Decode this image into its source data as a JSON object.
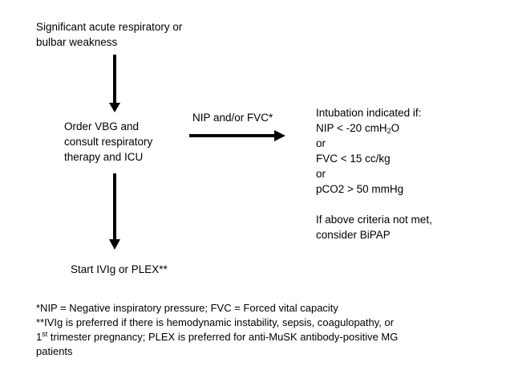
{
  "nodes": {
    "start": {
      "lines": [
        "Significant acute respiratory or",
        "bulbar weakness"
      ]
    },
    "order_vbg": {
      "lines": [
        "Order VBG and",
        "consult respiratory",
        "therapy and ICU"
      ]
    },
    "intubation": {
      "heading": "Intubation indicated if:",
      "nip_prefix": "NIP < -20 cmH",
      "nip_sub": "2",
      "nip_suffix": "O",
      "or1": "or",
      "fvc": "FVC < 15 cc/kg",
      "or2": "or",
      "pco2": "pCO2 > 50 mmHg",
      "fallback_lines": [
        "If above criteria not met,",
        "consider BiPAP"
      ]
    },
    "treatment": {
      "label": "Start IVIg or PLEX**"
    }
  },
  "edges": {
    "to_intubation_label": "NIP and/or FVC*"
  },
  "footnotes": {
    "note1": "*NIP = Negative inspiratory pressure; FVC = Forced vital capacity",
    "note2": "**IVIg is preferred if there is hemodynamic instability, sepsis,  coagulopathy, or",
    "note3_sup": "st",
    "note3_prefix": "1",
    "note3_rest": " trimester pregnancy; PLEX is preferred for anti-MuSK antibody-positive  MG",
    "note4": "patients"
  },
  "colors": {
    "text": "#000000",
    "arrow": "#000000",
    "background": "#ffffff"
  }
}
